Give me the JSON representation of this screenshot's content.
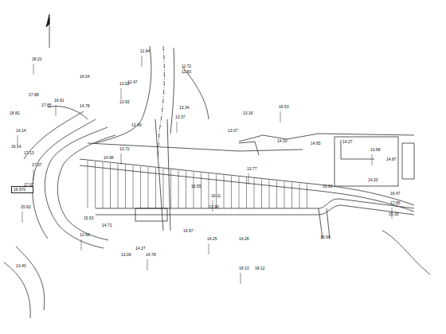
{
  "diagram": {
    "nodes": [
      {
        "text": [
          "16.970"
        ]
      }
    ],
    "labels": [
      "18.21",
      "16.04",
      "12.47",
      "11.94",
      "11.72",
      "11.83",
      "13.62",
      "17.88",
      "17.85",
      "16.91",
      "14.78",
      "18.82",
      "14.14",
      "16.14",
      "17.13",
      "17.37",
      "14.98",
      "13.93",
      "13.72",
      "13.49",
      "13.34",
      "13.37",
      "13.16",
      "13.07",
      "16.53",
      "14.10",
      "14.65",
      "13.68",
      "14.27",
      "14.87",
      "13.77",
      "14.20",
      "16.47",
      "17.85",
      "15.83",
      "15.35",
      "14.25",
      "14.26",
      "14.27",
      "16.11",
      "13.99",
      "14.97",
      "18.13",
      "18.12",
      "15.53",
      "13.60",
      "14.71",
      "16.55",
      "14.78",
      "13.09",
      "17.07",
      "15.62",
      "13.40",
      "16.69"
    ]
  }
}
